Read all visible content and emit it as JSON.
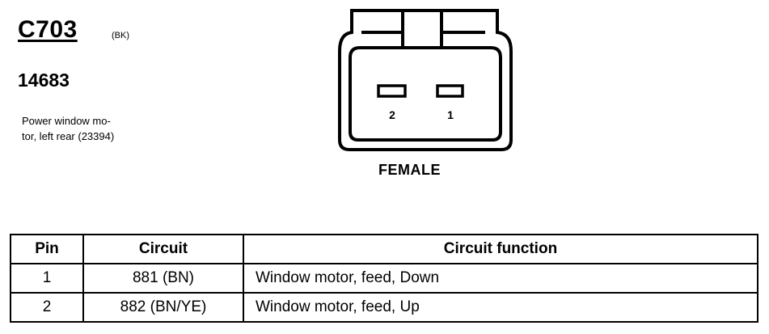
{
  "connector": {
    "id": "C703",
    "color_code": "(BK)",
    "part_number": "14683",
    "description_line1": "Power window mo-",
    "description_line2": "tor, left rear (23394)",
    "gender": "FEMALE",
    "pin_labels": [
      "2",
      "1"
    ]
  },
  "table": {
    "headers": {
      "pin": "Pin",
      "circuit": "Circuit",
      "function": "Circuit function"
    },
    "rows": [
      {
        "pin": "1",
        "circuit": "881 (BN)",
        "function": "Window motor, feed, Down"
      },
      {
        "pin": "2",
        "circuit": "882 (BN/YE)",
        "function": "Window motor, feed, Up"
      }
    ]
  }
}
